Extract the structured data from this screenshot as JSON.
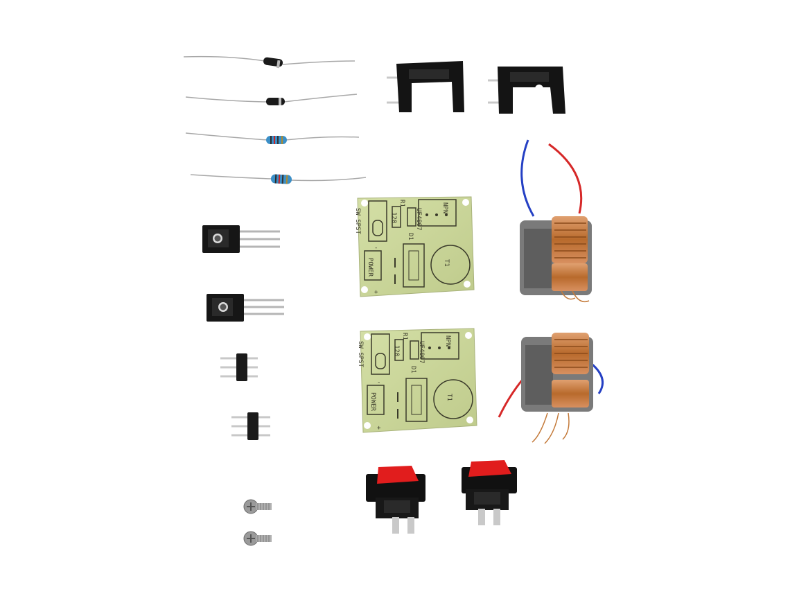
{
  "pcb": {
    "label_switch": "SW SPST",
    "label_r": "R1",
    "label_r_value": "120",
    "label_d": "D1",
    "label_d_part": "UF4007",
    "label_npn": "NPN",
    "label_t": "T1",
    "label_power": "POWER",
    "label_plus": "+",
    "label_minus": "-"
  },
  "colors": {
    "pcb": "#c9d59a",
    "resistor": "#3b8fc7",
    "heatsink": "#141414",
    "switch_rocker": "#e11d1d",
    "wire_red": "#d62828",
    "wire_blue": "#2540c4",
    "copper": "#c47a3a",
    "bobbin": "#7a7a7a"
  }
}
